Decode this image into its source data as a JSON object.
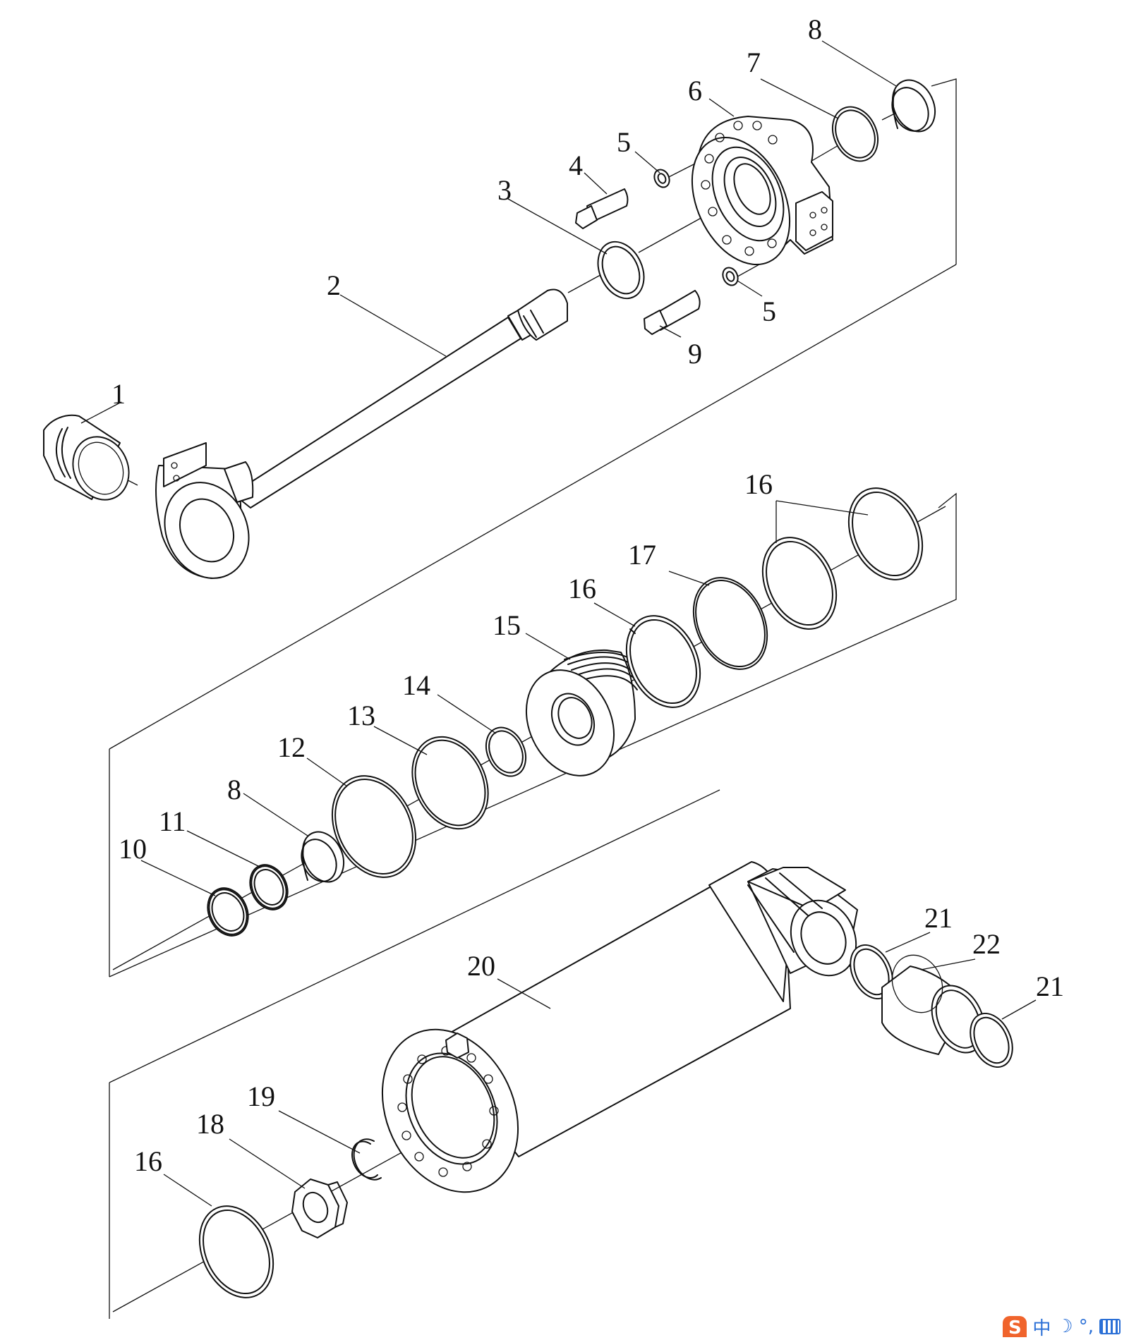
{
  "callouts": {
    "c1": "1",
    "c2": "2",
    "c3": "3",
    "c4": "4",
    "c5a": "5",
    "c5b": "5",
    "c6": "6",
    "c7": "7",
    "c8a": "8",
    "c9": "9",
    "c16a": "16",
    "c17": "17",
    "c16b": "16",
    "c15": "15",
    "c14": "14",
    "c13": "13",
    "c12": "12",
    "c8b": "8",
    "c11": "11",
    "c10": "10",
    "c21a": "21",
    "c22": "22",
    "c21b": "21",
    "c20": "20",
    "c19": "19",
    "c18": "18",
    "c16c": "16"
  },
  "ime_toolbar": {
    "logo": "S",
    "mode": "中",
    "icons": [
      "moon-icon",
      "punctuation-icon",
      "keyboard-icon"
    ]
  }
}
